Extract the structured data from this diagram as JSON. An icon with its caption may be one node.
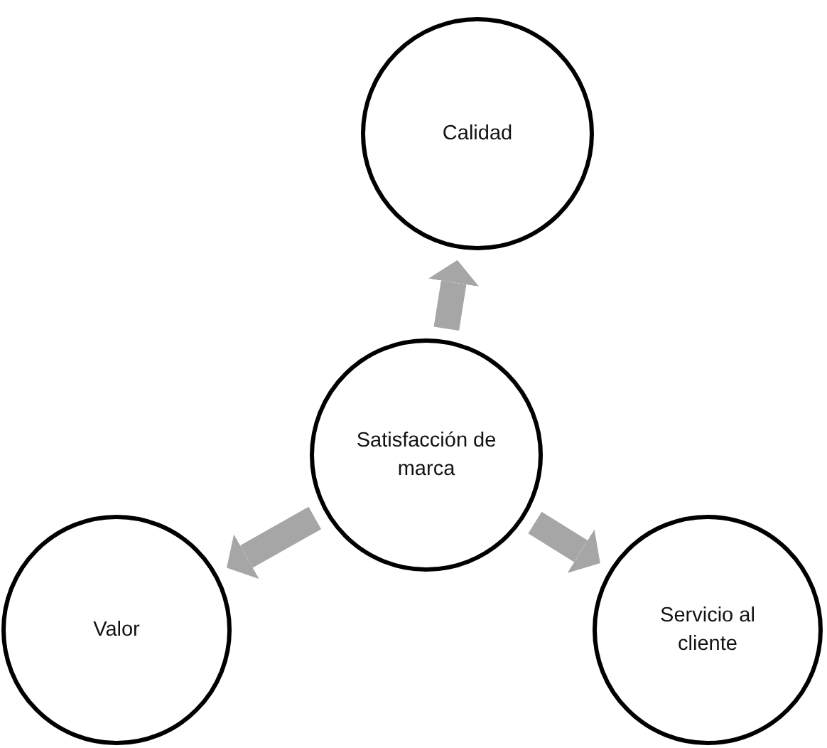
{
  "diagram": {
    "nodes": [
      {
        "text": [
          "Calidad"
        ]
      },
      {
        "text": [
          "Satisfacción de marca"
        ]
      },
      {
        "text": [
          "Valor"
        ]
      },
      {
        "text": [
          "Servicio al cliente"
        ]
      }
    ],
    "edges": [
      {
        "from": 1,
        "to": 0,
        "arrow": "to"
      },
      {
        "from": 1,
        "to": 2,
        "arrow": "to"
      },
      {
        "from": 1,
        "to": 3,
        "arrow": "to"
      }
    ]
  }
}
